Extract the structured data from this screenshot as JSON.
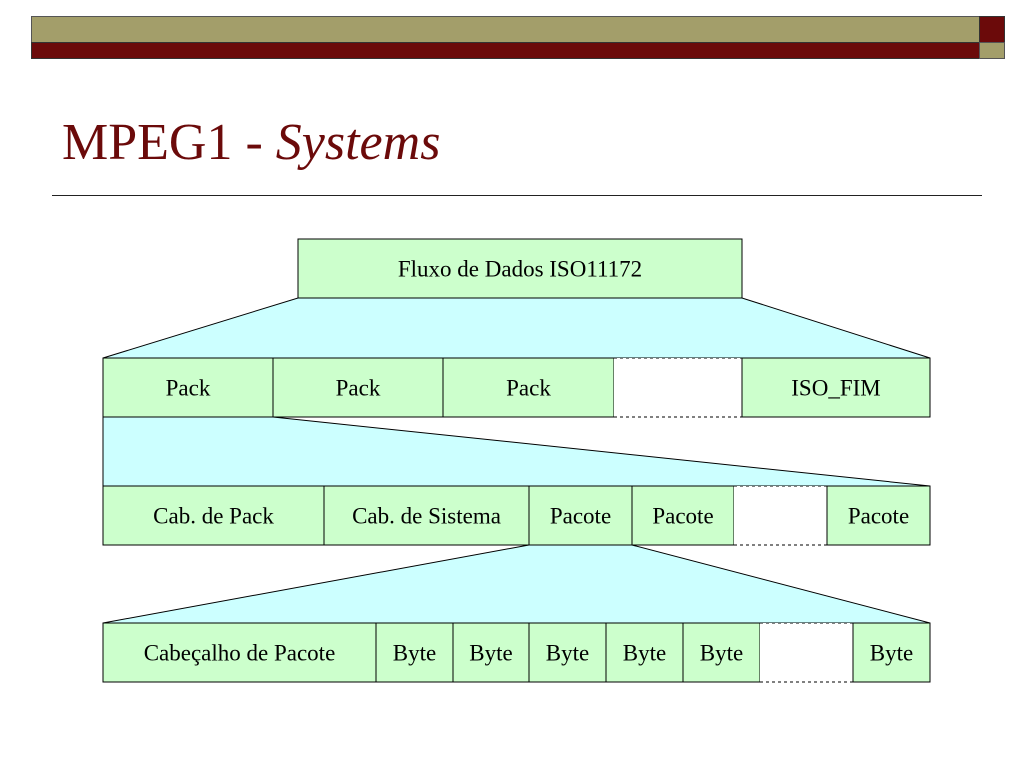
{
  "title": {
    "main": "MPEG1 - ",
    "italic": "Systems"
  },
  "colors": {
    "accent_dark": "#6b0a0a",
    "accent_olive": "#a39e6a",
    "cell_fill": "#ccffcc",
    "connector_fill": "#ccffff"
  },
  "diagram": {
    "root": "Fluxo de Dados ISO11172",
    "level1": [
      "Pack",
      "Pack",
      "Pack",
      "",
      "ISO_FIM"
    ],
    "level2": [
      "Cab. de Pack",
      "Cab. de Sistema",
      "Pacote",
      "Pacote",
      "",
      "Pacote"
    ],
    "level3": [
      "Cabeçalho de Pacote",
      "Byte",
      "Byte",
      "Byte",
      "Byte",
      "Byte",
      "",
      "Byte"
    ]
  }
}
